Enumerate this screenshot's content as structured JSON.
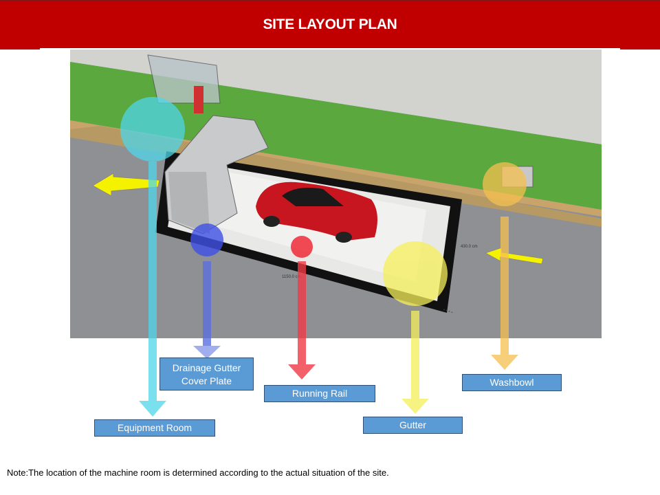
{
  "header": {
    "title": "SITE LAYOUT PLAN"
  },
  "plan": {
    "dimension_width": "430.0 cm",
    "dimension_length": "1150.0 cm"
  },
  "labels": {
    "equipment_room": "Equipment Room",
    "drainage_line1": "Drainage Gutter",
    "drainage_line2": "Cover Plate",
    "running_rail": "Running Rail",
    "gutter": "Gutter",
    "washbowl": "Washbowl"
  },
  "colors": {
    "header": "#c00000",
    "label_bg": "#5b9bd5",
    "equipment_room": "#4fd6e8",
    "drainage": "#4a5de0",
    "running_rail": "#f0404a",
    "gutter": "#f5ef6a",
    "washbowl": "#f5c060"
  },
  "note": "Note:The location of the machine room is determined according to the actual situation of the site."
}
